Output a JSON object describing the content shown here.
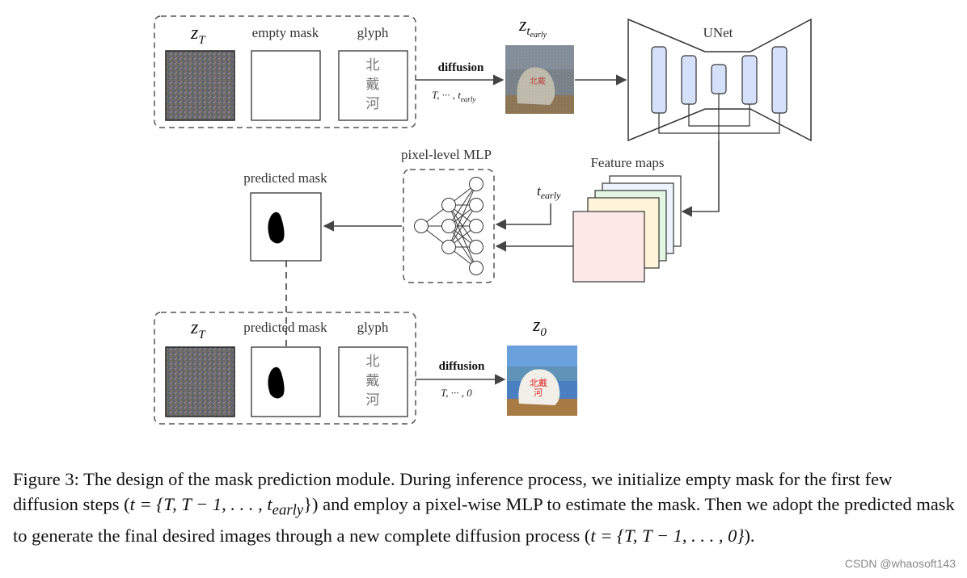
{
  "top_group": {
    "zT_label": "z",
    "zT_sub": "T",
    "empty_mask_label": "empty mask",
    "glyph_label": "glyph",
    "glyph_chars": [
      "北",
      "戴",
      "河"
    ]
  },
  "early_diffusion": {
    "label": "diffusion",
    "steps": "T, ··· , t",
    "steps_sub": "early"
  },
  "z_t_early": {
    "label": "z",
    "sub": "t",
    "subsub": "early"
  },
  "unet": {
    "label": "UNet"
  },
  "feature_maps": {
    "label": "Feature maps",
    "colors": [
      "#ffffff",
      "#eef4ff",
      "#e3f6e3",
      "#fdf4d9",
      "#fde8e8"
    ]
  },
  "mlp": {
    "label": "pixel-level MLP",
    "t_input": "t",
    "t_input_sub": "early"
  },
  "predicted_mask": {
    "label": "predicted mask"
  },
  "bottom_group": {
    "zT_label": "z",
    "zT_sub": "T",
    "predicted_mask_label": "predicted mask",
    "glyph_label": "glyph",
    "glyph_chars": [
      "北",
      "戴",
      "河"
    ]
  },
  "final_diffusion": {
    "label": "diffusion",
    "steps": "T, ··· , 0"
  },
  "z0": {
    "label": "z",
    "sub": "0"
  },
  "caption": {
    "p1": "Figure 3: The design of the mask prediction module. During inference process, we initialize empty mask for the first few diffusion steps (",
    "m1": "t = {T, T − 1, . . . , t",
    "m1_sub": "early",
    "m1_end": "}",
    "p2": ") and employ a pixel-wise MLP to estimate the mask. Then we adopt the predicted mask to generate the final desired images through a new complete diffusion process (",
    "m2": "t = {T, T − 1, . . . , 0}",
    "p3": ")."
  },
  "watermark": "CSDN @whaosoft143"
}
